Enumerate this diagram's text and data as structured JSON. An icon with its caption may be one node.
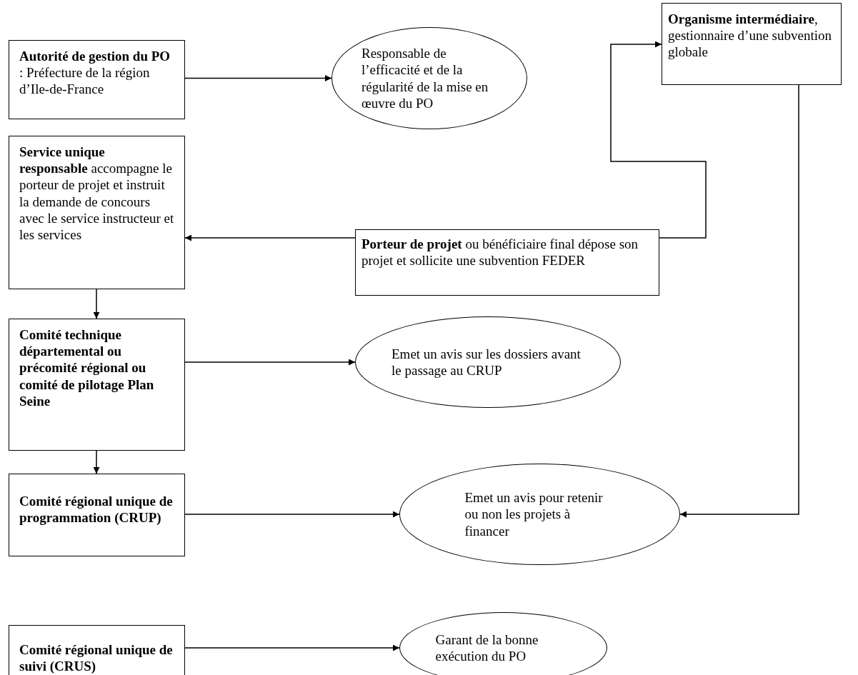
{
  "diagram": {
    "nodes": [
      {
        "text": [
          "**Autorité de gestion du PO** : Préfecture de la région d’Ile-de-France"
        ]
      },
      {
        "text": [
          "Responsable de l’efficacité et de la régularité de la mise en œuvre du  PO"
        ]
      },
      {
        "text": [
          "**Organisme intermédiaire**, gestionnaire d’une subvention globale"
        ]
      },
      {
        "text": [
          "**Service unique responsable** accompagne le porteur de projet et instruit la demande de concours avec le service instructeur et les services"
        ]
      },
      {
        "text": [
          "**Porteur de projet** ou bénéficiaire final dépose son projet et sollicite une subvention FEDER"
        ]
      },
      {
        "text": [
          "**Comité technique départemental ou précomité régional ou comité de pilotage Plan Seine**"
        ]
      },
      {
        "text": [
          "Emet un avis sur les dossiers avant le passage au CRUP"
        ]
      },
      {
        "text": [
          "**Comité régional unique de programmation (CRUP)**"
        ]
      },
      {
        "text": [
          "Emet un avis pour retenir ou non les projets à financer"
        ]
      },
      {
        "text": [
          "**Comité régional unique de suivi (CRUS)**"
        ]
      },
      {
        "text": [
          "Garant de la bonne exécution du  PO"
        ]
      }
    ],
    "edges": [
      {
        "from": 0,
        "to": 1,
        "arrow": "to"
      },
      {
        "from": 4,
        "to": 3,
        "arrow": "to"
      },
      {
        "from": 4,
        "to": 2,
        "arrow": "to"
      },
      {
        "from": 3,
        "to": 5,
        "arrow": "to"
      },
      {
        "from": 5,
        "to": 6,
        "arrow": "to"
      },
      {
        "from": 5,
        "to": 7,
        "arrow": "to"
      },
      {
        "from": 7,
        "to": 8,
        "arrow": "to"
      },
      {
        "from": 2,
        "to": 8,
        "arrow": "to"
      },
      {
        "from": 9,
        "to": 10,
        "arrow": "to"
      }
    ]
  }
}
